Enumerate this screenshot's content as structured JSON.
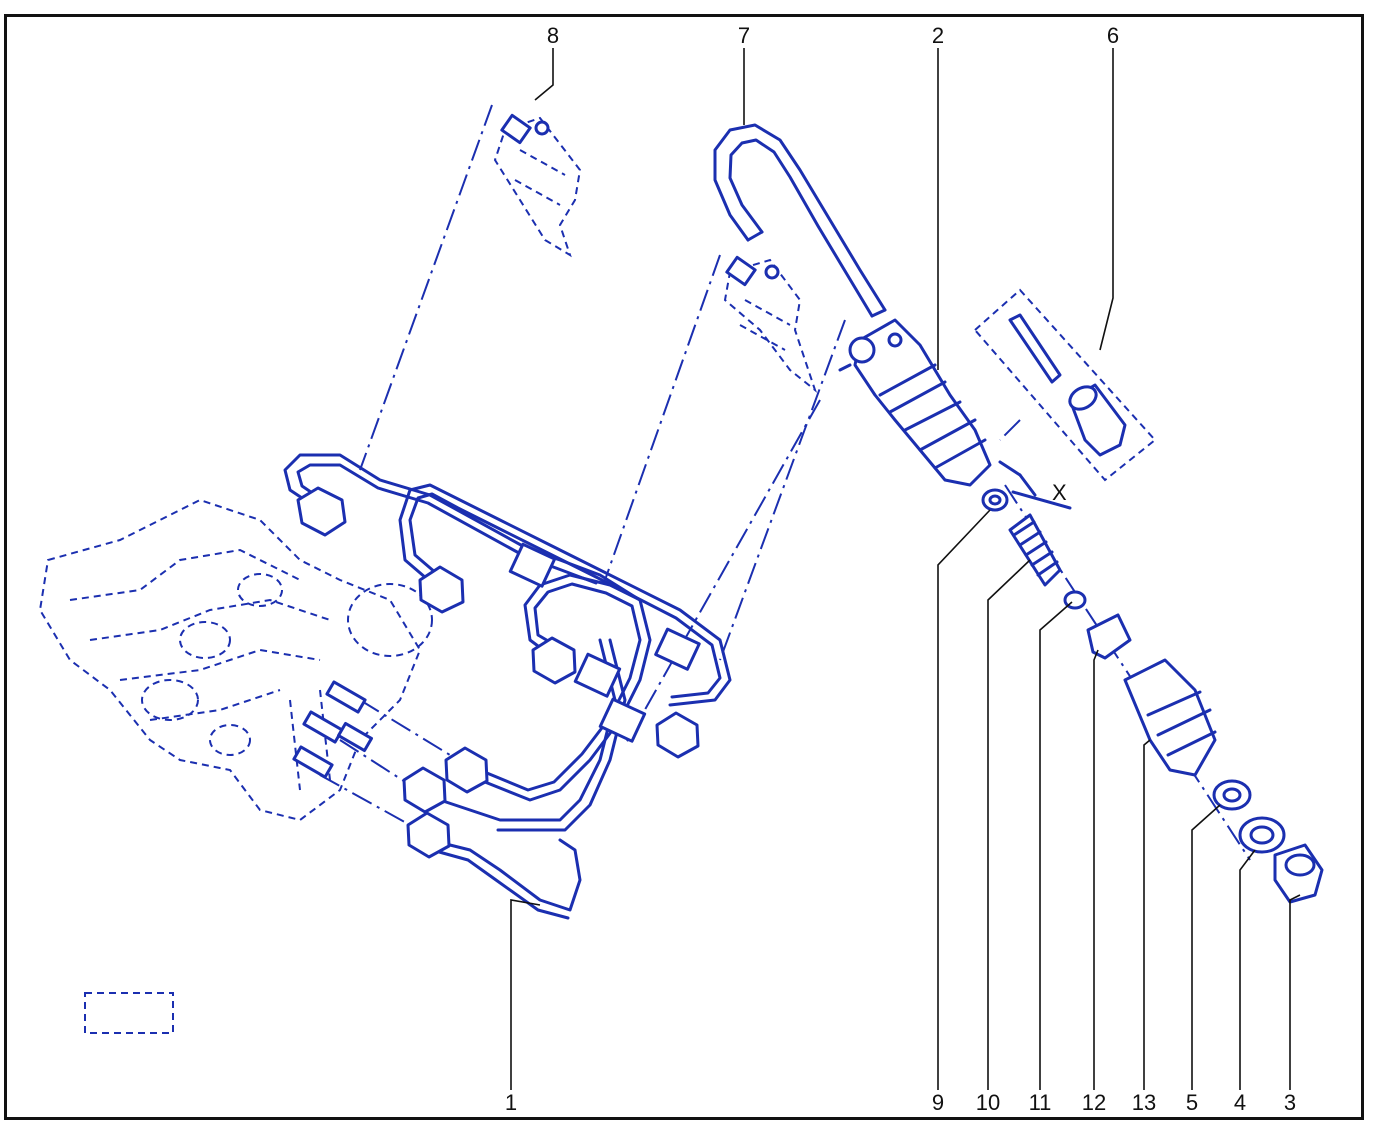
{
  "callouts": [
    {
      "id": "1",
      "label": "1"
    },
    {
      "id": "2",
      "label": "2"
    },
    {
      "id": "3",
      "label": "3"
    },
    {
      "id": "4",
      "label": "4"
    },
    {
      "id": "5",
      "label": "5"
    },
    {
      "id": "6",
      "label": "6"
    },
    {
      "id": "7",
      "label": "7"
    },
    {
      "id": "8",
      "label": "8"
    },
    {
      "id": "9",
      "label": "9"
    },
    {
      "id": "10",
      "label": "10"
    },
    {
      "id": "11",
      "label": "11"
    },
    {
      "id": "12",
      "label": "12"
    },
    {
      "id": "13",
      "label": "13"
    }
  ],
  "dimension_label": "X",
  "colors": {
    "line": "#1b2fb0",
    "text": "#111111",
    "frame": "#111111"
  }
}
